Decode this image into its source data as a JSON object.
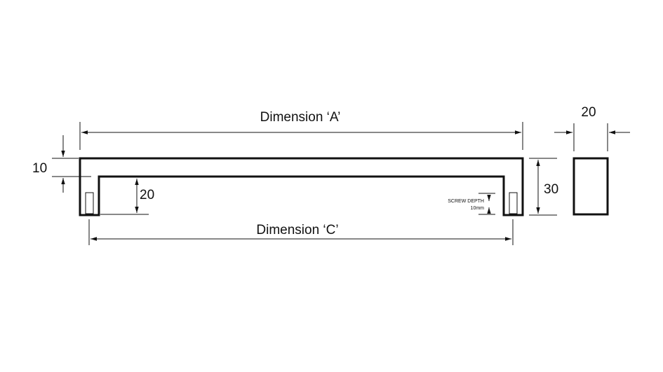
{
  "labels": {
    "dimension_a": "Dimension ‘A’",
    "dimension_c": "Dimension ‘C’",
    "top_thickness": "10",
    "inner_height": "20",
    "overall_height": "30",
    "section_width": "20",
    "screw_depth_title": "SCREW DEPTH",
    "screw_depth_value": "10mm"
  },
  "colors": {
    "line": "#111111",
    "background": "#ffffff"
  }
}
